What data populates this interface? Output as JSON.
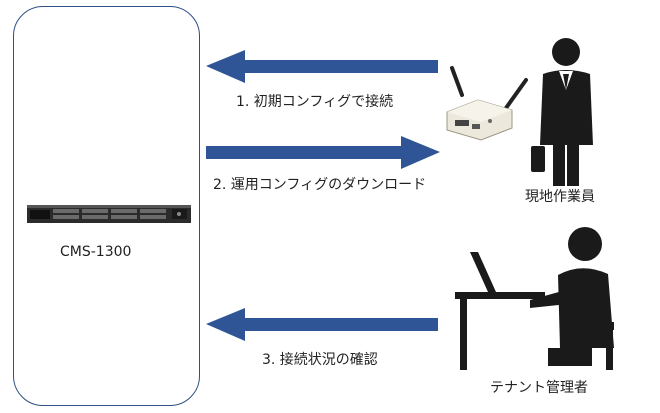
{
  "server": {
    "name": "CMS-1300"
  },
  "arrows": [
    {
      "label": "1. 初期コンフィグで接続",
      "direction": "left"
    },
    {
      "label": "2. 運用コンフィグのダウンロード",
      "direction": "right"
    },
    {
      "label": "3. 接続状況の確認",
      "direction": "left"
    }
  ],
  "actors": {
    "field_worker": "現地作業員",
    "tenant_admin": "テナント管理者"
  },
  "colors": {
    "arrow": "#2f5597",
    "panel_border": "#2f4f86",
    "figure": "#1a1a1a"
  }
}
